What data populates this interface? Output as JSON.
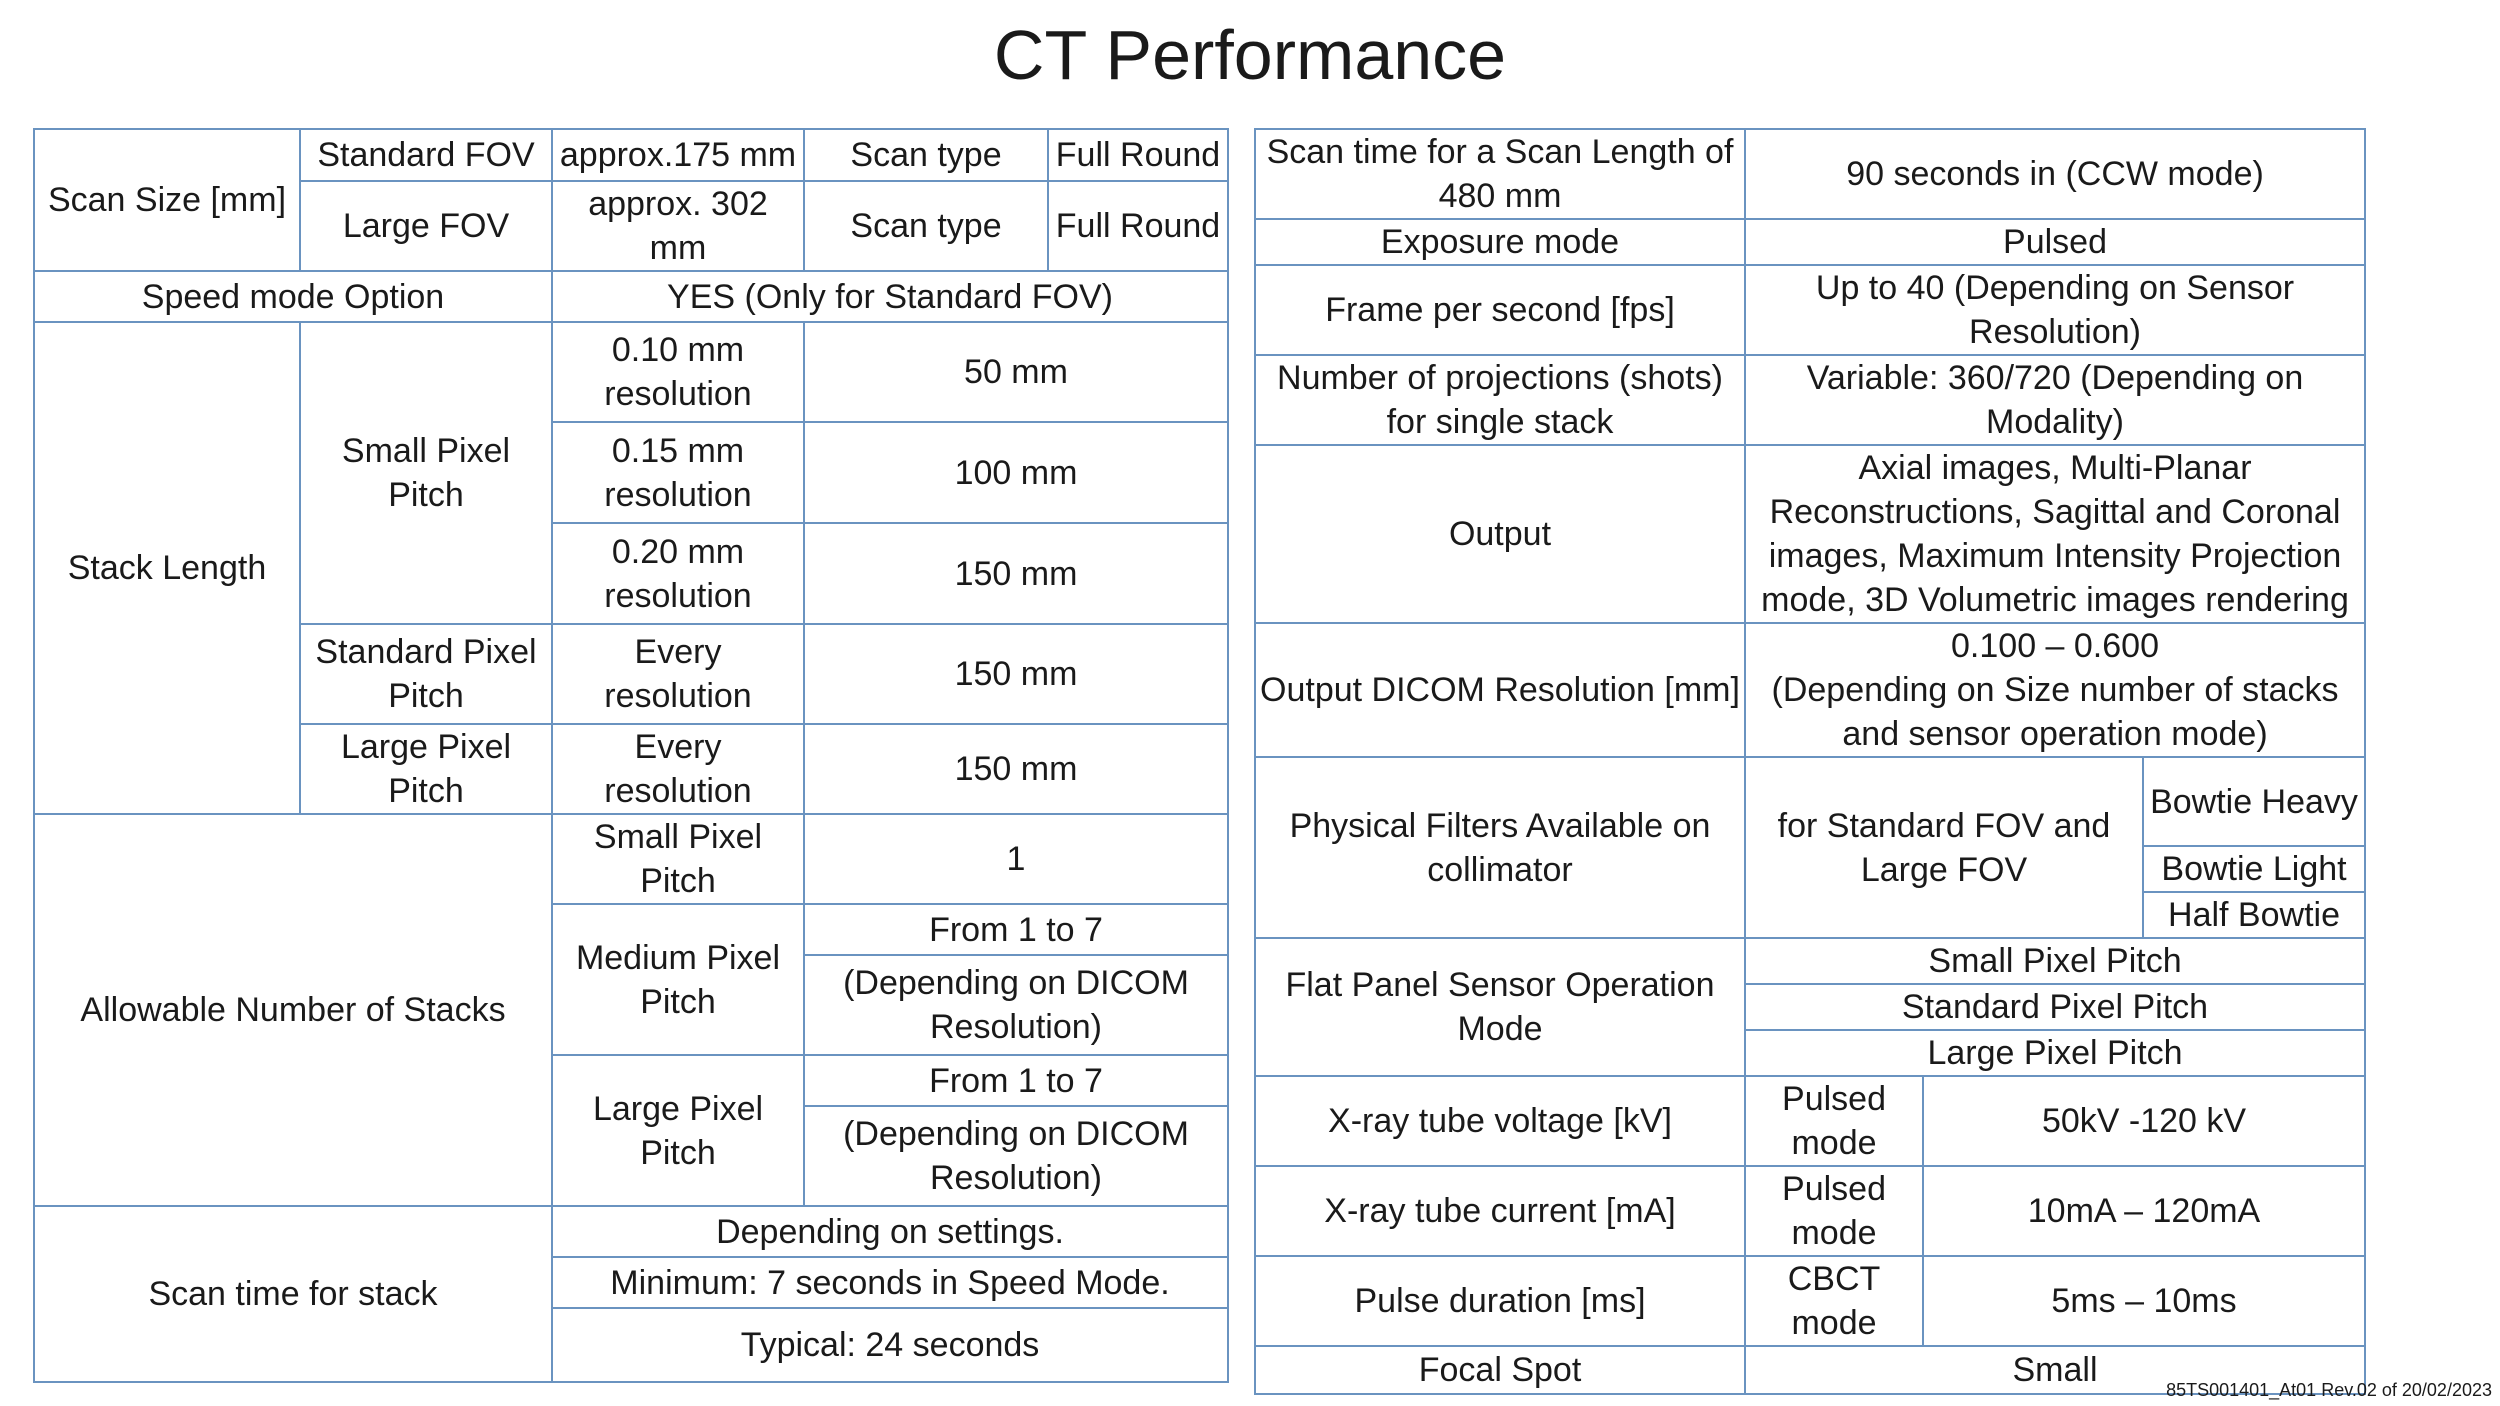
{
  "title": "CT Performance",
  "footer": "85TS001401_At01 Rev.02 of 20/02/2023",
  "left": {
    "scan_size": {
      "label": "Scan Size [mm]",
      "standard_fov": "Standard FOV",
      "standard_value": "approx.175 mm",
      "large_fov": "Large FOV",
      "large_value": "approx. 302 mm",
      "scan_type": "Scan type",
      "full_round": "Full Round"
    },
    "speed_mode": {
      "label": "Speed mode Option",
      "value": "YES (Only for Standard FOV)"
    },
    "stack_length": {
      "label": "Stack Length",
      "small_pixel_pitch": "Small Pixel Pitch",
      "res_010": "0.10 mm resolution",
      "val_50": "50 mm",
      "res_015": "0.15 mm resolution",
      "val_100": "100 mm",
      "res_020": "0.20 mm resolution",
      "val_150a": "150 mm",
      "standard_pixel_pitch": "Standard Pixel Pitch",
      "every_res_a": "Every resolution",
      "val_150b": "150 mm",
      "large_pixel_pitch": "Large Pixel Pitch",
      "every_res_b": "Every resolution",
      "val_150c": "150 mm"
    },
    "stacks": {
      "label": "Allowable Number of Stacks",
      "small_pixel_pitch": "Small Pixel Pitch",
      "small_value": "1",
      "medium_pixel_pitch": "Medium Pixel Pitch",
      "medium_range": "From 1 to 7",
      "medium_note": "(Depending on DICOM Resolution)",
      "large_pixel_pitch": "Large Pixel Pitch",
      "large_range": "From 1 to 7",
      "large_note": "(Depending on DICOM Resolution)"
    },
    "scan_time": {
      "label": "Scan time for stack",
      "line1": "Depending on settings.",
      "line2": "Minimum: 7 seconds in Speed Mode.",
      "line3": "Typical: 24 seconds"
    }
  },
  "right": {
    "scan_time_480": {
      "label": "Scan time for a Scan Length of 480 mm",
      "value": "90 seconds in (CCW mode)"
    },
    "exposure": {
      "label": "Exposure mode",
      "value": "Pulsed"
    },
    "fps": {
      "label": "Frame per second [fps]",
      "value": "Up to 40 (Depending on Sensor Resolution)"
    },
    "projections": {
      "label": "Number of projections (shots) for single stack",
      "value": "Variable: 360/720 (Depending on Modality)"
    },
    "output": {
      "label": "Output",
      "value": "Axial images, Multi-Planar Reconstructions, Sagittal and Coronal images, Maximum Intensity Projection mode, 3D Volumetric images rendering"
    },
    "dicom_res": {
      "label": "Output DICOM Resolution [mm]",
      "value": "0.100 – 0.600",
      "note": "(Depending on Size number of stacks and sensor operation mode)"
    },
    "filters": {
      "label": "Physical Filters Available on collimator",
      "fov": "for Standard FOV and Large FOV",
      "f1": "Bowtie Heavy",
      "f2": "Bowtie Light",
      "f3": "Half Bowtie"
    },
    "sensor_mode": {
      "label": "Flat Panel Sensor Operation Mode",
      "m1": "Small Pixel Pitch",
      "m2": "Standard Pixel Pitch",
      "m3": "Large Pixel Pitch"
    },
    "voltage": {
      "label": "X-ray tube voltage [kV]",
      "mode": "Pulsed mode",
      "value": "50kV -120 kV"
    },
    "current": {
      "label": "X-ray tube current [mA]",
      "mode": "Pulsed mode",
      "value": "10mA – 120mA"
    },
    "pulse": {
      "label": "Pulse duration [ms]",
      "mode": "CBCT mode",
      "value": "5ms – 10ms"
    },
    "focal": {
      "label": "Focal Spot",
      "value": "Small"
    }
  }
}
